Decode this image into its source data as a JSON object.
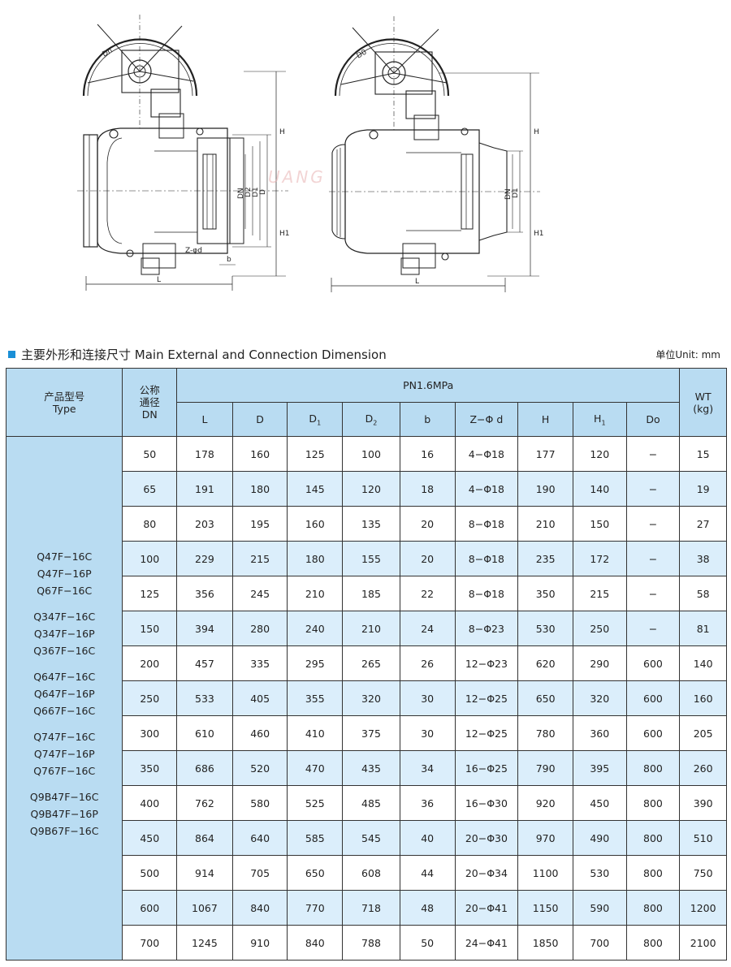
{
  "watermark": "UANG",
  "heading": {
    "title": "主要外形和连接尺寸  Main External and Connection Dimension",
    "unit": "单位Unit: mm"
  },
  "drawing_left_labels": {
    "dn_hw": "Dn",
    "h": "H",
    "h1": "H1",
    "dn": "DN",
    "d2": "D2",
    "d1": "D1",
    "d": "D",
    "zd": "Z-φd",
    "b": "b",
    "l": "L"
  },
  "drawing_right_labels": {
    "dn_hw": "D0",
    "h": "H",
    "h1": "H1",
    "dn": "DN",
    "d1": "D1",
    "l": "L"
  },
  "table": {
    "header": {
      "type_cn": "产品型号",
      "type_en": "Type",
      "dn_cn1": "公称",
      "dn_cn2": "通径",
      "dn_en": "DN",
      "pn": "PN1.6MPa",
      "wt1": "WT",
      "wt2": "(kg)",
      "cols": [
        "L",
        "D",
        "D",
        "D",
        "b",
        "Z−Φ d",
        "H",
        "H",
        "Do"
      ],
      "col_subs": [
        "",
        "",
        "1",
        "2",
        "",
        "",
        "",
        "1",
        ""
      ]
    },
    "model_groups": [
      [
        "Q47F−16C",
        "Q47F−16P",
        "Q67F−16C"
      ],
      [
        "Q347F−16C",
        "Q347F−16P",
        "Q367F−16C"
      ],
      [
        "Q647F−16C",
        "Q647F−16P",
        "Q667F−16C"
      ],
      [
        "Q747F−16C",
        "Q747F−16P",
        "Q767F−16C"
      ],
      [
        "Q9B47F−16C",
        "Q9B47F−16P",
        "Q9B67F−16C"
      ]
    ],
    "rows": [
      {
        "dn": "50",
        "L": "178",
        "D": "160",
        "D1": "125",
        "D2": "100",
        "b": "16",
        "zd": "4−Φ18",
        "H": "177",
        "H1": "120",
        "Do": "−",
        "wt": "15"
      },
      {
        "dn": "65",
        "L": "191",
        "D": "180",
        "D1": "145",
        "D2": "120",
        "b": "18",
        "zd": "4−Φ18",
        "H": "190",
        "H1": "140",
        "Do": "−",
        "wt": "19"
      },
      {
        "dn": "80",
        "L": "203",
        "D": "195",
        "D1": "160",
        "D2": "135",
        "b": "20",
        "zd": "8−Φ18",
        "H": "210",
        "H1": "150",
        "Do": "−",
        "wt": "27"
      },
      {
        "dn": "100",
        "L": "229",
        "D": "215",
        "D1": "180",
        "D2": "155",
        "b": "20",
        "zd": "8−Φ18",
        "H": "235",
        "H1": "172",
        "Do": "−",
        "wt": "38"
      },
      {
        "dn": "125",
        "L": "356",
        "D": "245",
        "D1": "210",
        "D2": "185",
        "b": "22",
        "zd": "8−Φ18",
        "H": "350",
        "H1": "215",
        "Do": "−",
        "wt": "58"
      },
      {
        "dn": "150",
        "L": "394",
        "D": "280",
        "D1": "240",
        "D2": "210",
        "b": "24",
        "zd": "8−Φ23",
        "H": "530",
        "H1": "250",
        "Do": "−",
        "wt": "81"
      },
      {
        "dn": "200",
        "L": "457",
        "D": "335",
        "D1": "295",
        "D2": "265",
        "b": "26",
        "zd": "12−Φ23",
        "H": "620",
        "H1": "290",
        "Do": "600",
        "wt": "140"
      },
      {
        "dn": "250",
        "L": "533",
        "D": "405",
        "D1": "355",
        "D2": "320",
        "b": "30",
        "zd": "12−Φ25",
        "H": "650",
        "H1": "320",
        "Do": "600",
        "wt": "160"
      },
      {
        "dn": "300",
        "L": "610",
        "D": "460",
        "D1": "410",
        "D2": "375",
        "b": "30",
        "zd": "12−Φ25",
        "H": "780",
        "H1": "360",
        "Do": "600",
        "wt": "205"
      },
      {
        "dn": "350",
        "L": "686",
        "D": "520",
        "D1": "470",
        "D2": "435",
        "b": "34",
        "zd": "16−Φ25",
        "H": "790",
        "H1": "395",
        "Do": "800",
        "wt": "260"
      },
      {
        "dn": "400",
        "L": "762",
        "D": "580",
        "D1": "525",
        "D2": "485",
        "b": "36",
        "zd": "16−Φ30",
        "H": "920",
        "H1": "450",
        "Do": "800",
        "wt": "390"
      },
      {
        "dn": "450",
        "L": "864",
        "D": "640",
        "D1": "585",
        "D2": "545",
        "b": "40",
        "zd": "20−Φ30",
        "H": "970",
        "H1": "490",
        "Do": "800",
        "wt": "510"
      },
      {
        "dn": "500",
        "L": "914",
        "D": "705",
        "D1": "650",
        "D2": "608",
        "b": "44",
        "zd": "20−Φ34",
        "H": "1100",
        "H1": "530",
        "Do": "800",
        "wt": "750"
      },
      {
        "dn": "600",
        "L": "1067",
        "D": "840",
        "D1": "770",
        "D2": "718",
        "b": "48",
        "zd": "20−Φ41",
        "H": "1150",
        "H1": "590",
        "Do": "800",
        "wt": "1200"
      },
      {
        "dn": "700",
        "L": "1245",
        "D": "910",
        "D1": "840",
        "D2": "788",
        "b": "50",
        "zd": "24−Φ41",
        "H": "1850",
        "H1": "700",
        "Do": "800",
        "wt": "2100"
      }
    ]
  }
}
